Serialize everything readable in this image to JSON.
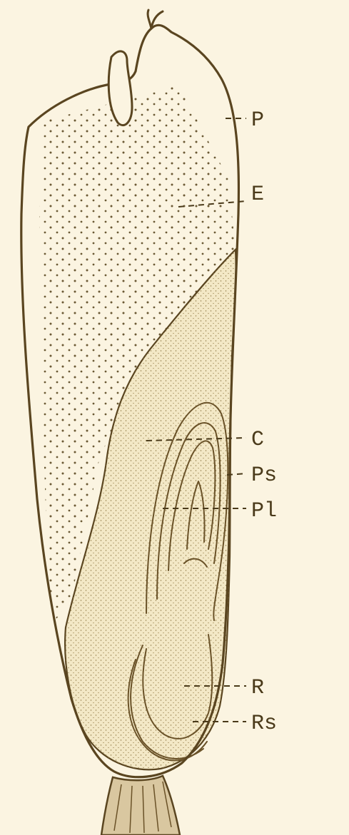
{
  "labels": {
    "pericarp": "P",
    "endosperm": "E",
    "cotyledon": "C",
    "plumule_sheath": "Ps",
    "plumule": "Pl",
    "radicle": "R",
    "radicle_sheath": "Rs"
  },
  "colors": {
    "background": "#fbf4e1",
    "outline": "#5a4520",
    "embryo_fill": "#f3e8c6",
    "stipple": "#6b5a35"
  }
}
